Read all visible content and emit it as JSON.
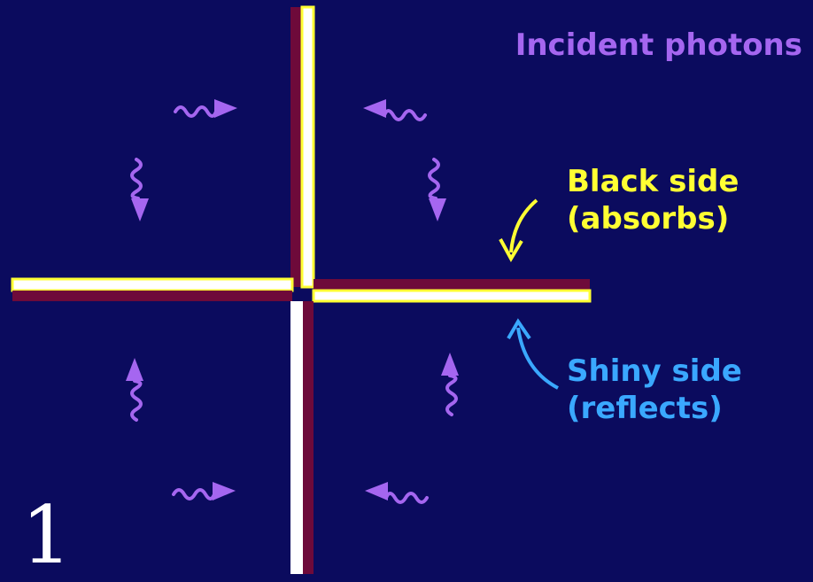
{
  "labels": {
    "incident": "Incident photons",
    "black_line1": "Black side",
    "black_line2": "(absorbs)",
    "shiny_line1": "Shiny side",
    "shiny_line2": "(reflects)"
  },
  "slide_number": "1",
  "colors": {
    "background": "#0b0b5e",
    "photon": "#a566f0",
    "black_side": "#6e0a3a",
    "shiny_side": "#ffffff",
    "shiny_trim": "#ffff33",
    "black_label": "#ffff33",
    "shiny_label": "#3aa8ff"
  },
  "photons": [
    {
      "name": "photon-top-left-right",
      "dir": "right"
    },
    {
      "name": "photon-top-right-left",
      "dir": "left"
    },
    {
      "name": "photon-upper-left-down",
      "dir": "down"
    },
    {
      "name": "photon-upper-right-down",
      "dir": "down"
    },
    {
      "name": "photon-lower-left-up",
      "dir": "up"
    },
    {
      "name": "photon-lower-right-up",
      "dir": "up"
    },
    {
      "name": "photon-bottom-left-right",
      "dir": "right"
    },
    {
      "name": "photon-bottom-right-left",
      "dir": "left"
    }
  ]
}
